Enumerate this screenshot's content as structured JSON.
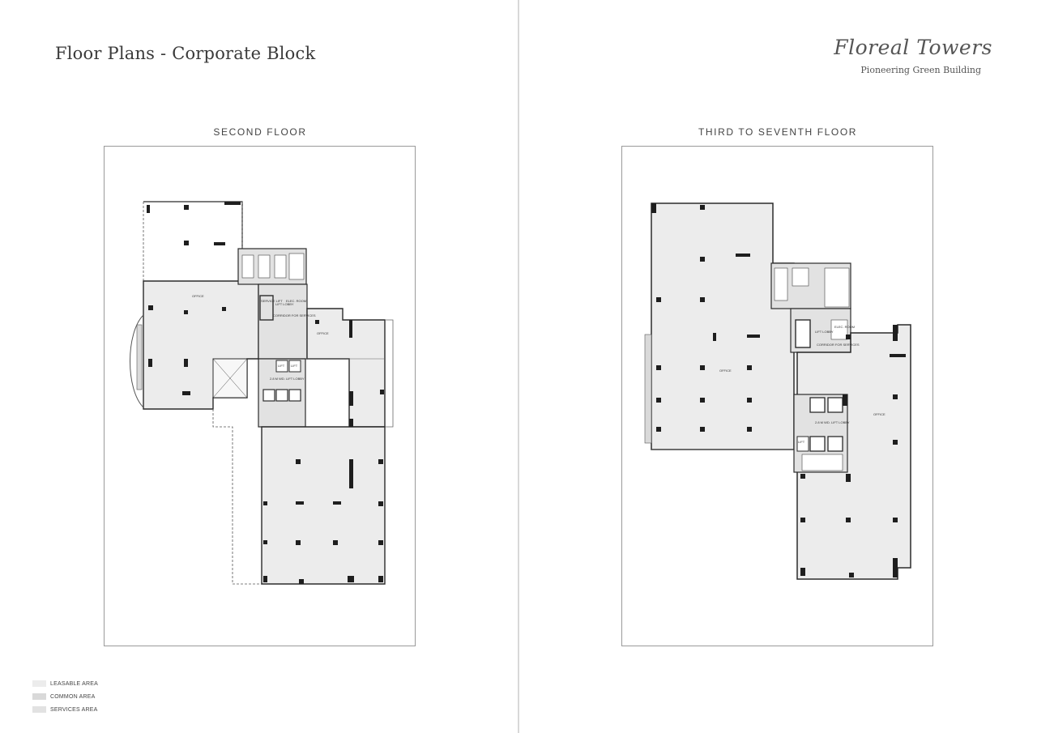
{
  "header": {
    "title": "Floor Plans - Corporate Block",
    "logo_name": "Floreal Towers",
    "logo_tagline": "Pioneering Green Building"
  },
  "plans": [
    {
      "label": "SECOND FLOOR",
      "rooms": [
        "OFFICE",
        "OFFICE"
      ],
      "annotations": [
        "ELEC. ROOM",
        "LIFT LOBBY",
        "SERVICE LIFT",
        "LIFT",
        "LIFT",
        "2.8 M WD. LIFT LOBBY",
        "CORRIDOR FOR SERVICES"
      ]
    },
    {
      "label": "THIRD TO SEVENTH FLOOR",
      "rooms": [
        "OFFICE",
        "OFFICE"
      ],
      "annotations": [
        "ELEC. ROOM",
        "LIFT LOBBY",
        "CORRIDOR FOR SERVICES",
        "2.8 M WD. LIFT LOBBY",
        "LIFT"
      ]
    }
  ],
  "legend": [
    {
      "label": "LEASABLE AREA",
      "color": "#ececec"
    },
    {
      "label": "COMMON AREA",
      "color": "#d9d9d9"
    },
    {
      "label": "SERVICES AREA",
      "color": "#e2e2e2"
    }
  ],
  "colors": {
    "leasable": "#ececec",
    "wall": "#2b2b2b",
    "frame": "#9a9a9a"
  }
}
